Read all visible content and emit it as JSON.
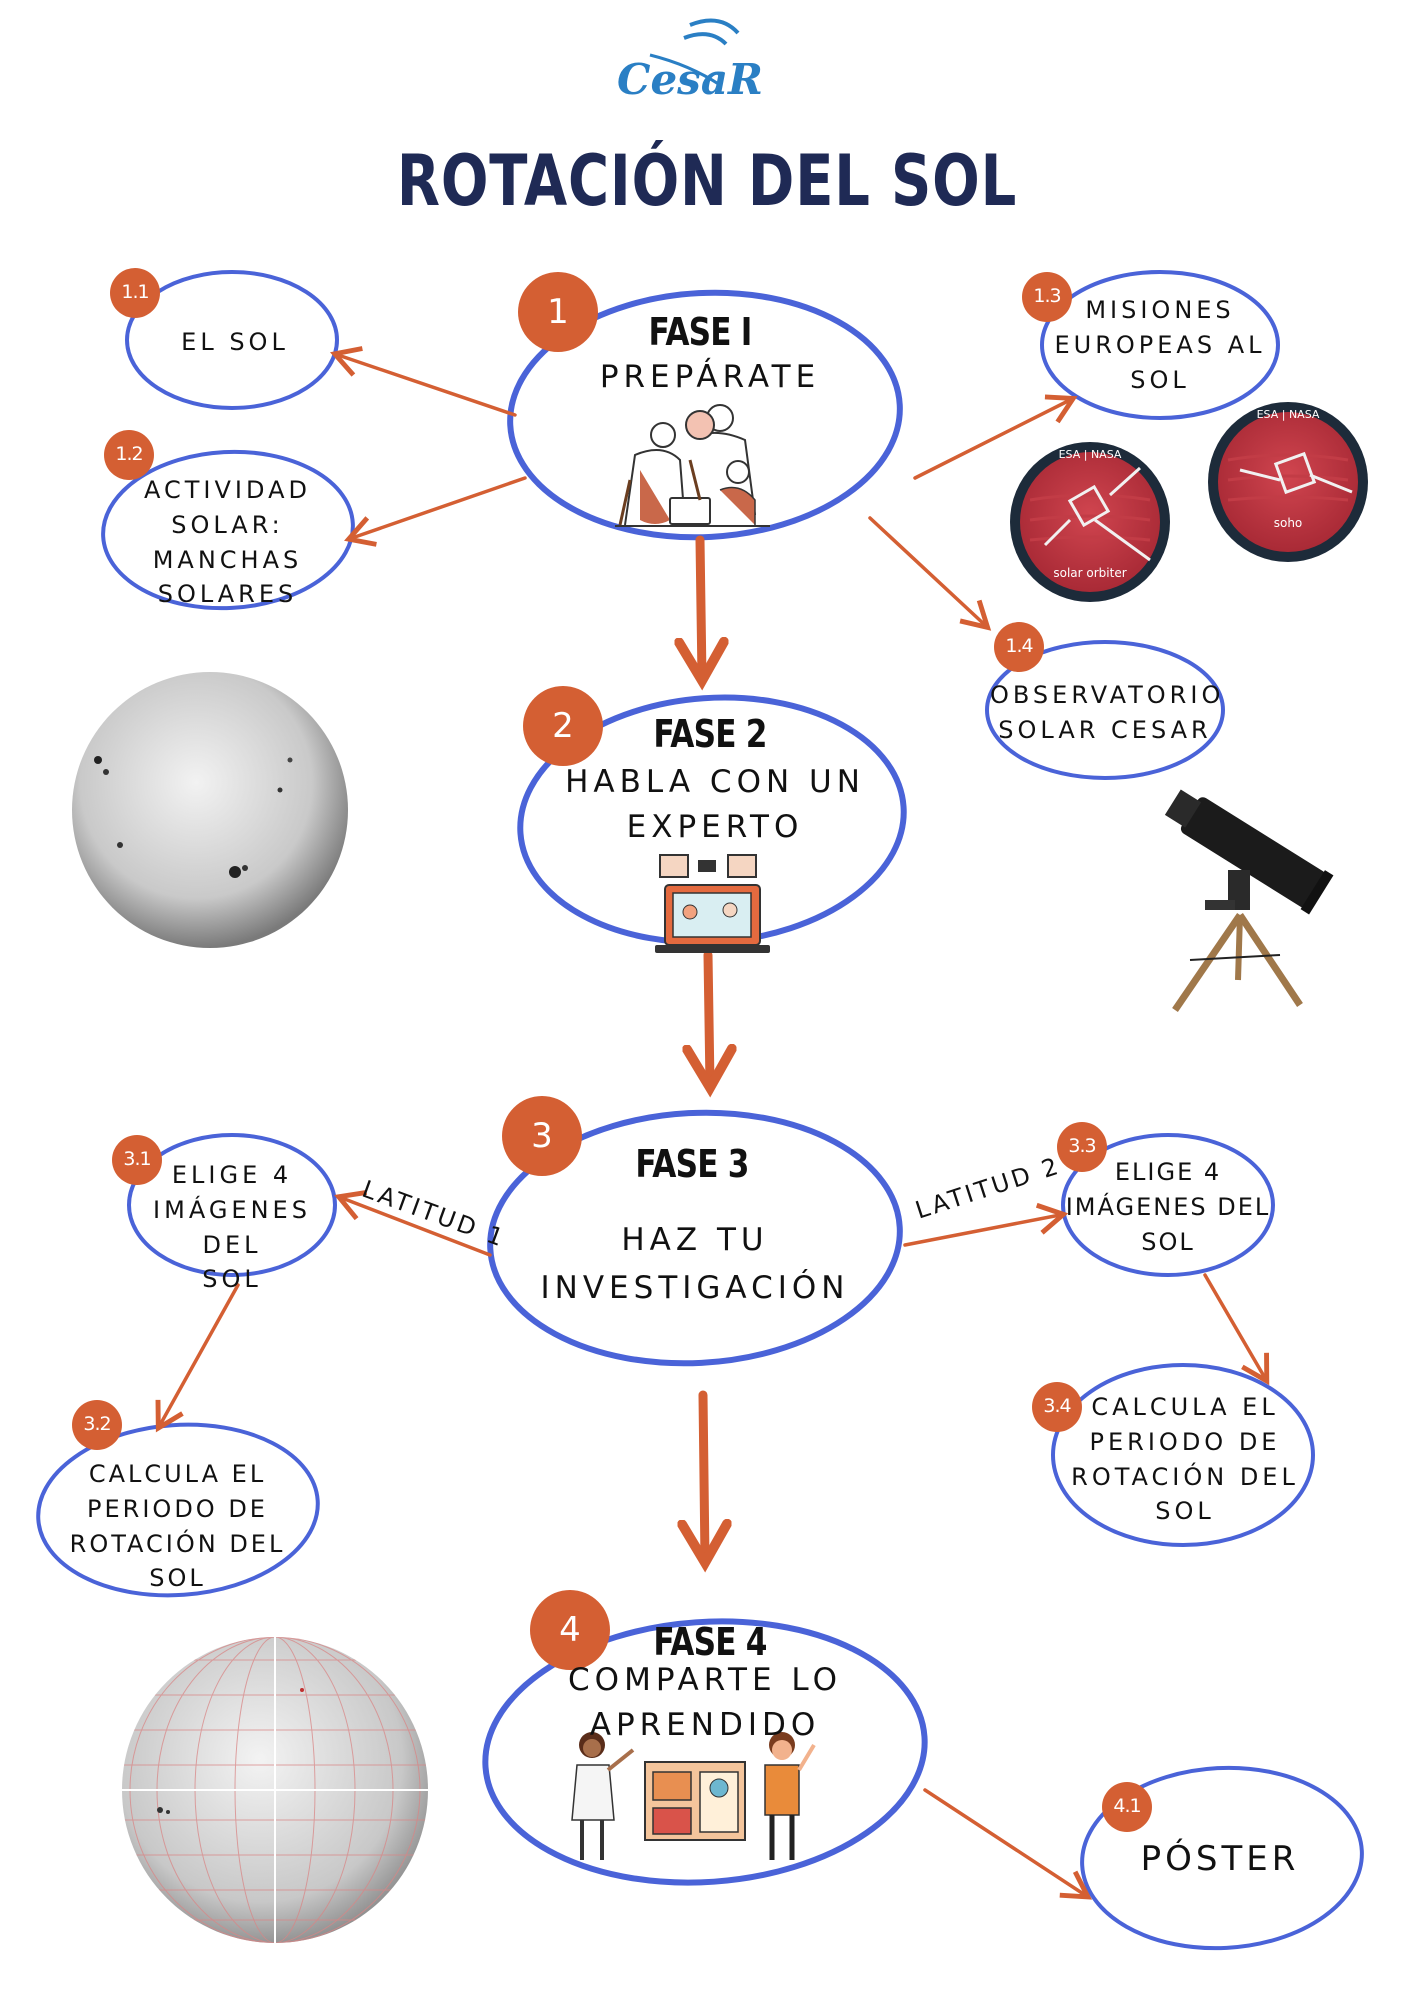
{
  "logo": {
    "text": "CesaR",
    "brand_color": "#2a7fc4"
  },
  "title": "ROTACIÓN DEL SOL",
  "colors": {
    "title": "#1f2a55",
    "outline": "#4a63d8",
    "accent": "#d45f33"
  },
  "phases": [
    {
      "number": "1",
      "title": "FASE I",
      "text": "PREPÁRATE",
      "illustration": "team-icon"
    },
    {
      "number": "2",
      "title": "FASE 2",
      "text_lines": [
        "HABLA CON UN",
        "EXPERTO"
      ],
      "illustration": "video-call-icon"
    },
    {
      "number": "3",
      "title": "FASE 3",
      "text_lines": [
        "HAZ TU",
        "INVESTIGACIÓN"
      ]
    },
    {
      "number": "4",
      "title": "FASE 4",
      "text_lines": [
        "COMPARTE LO",
        "APRENDIDO"
      ],
      "illustration": "presenters-icon"
    }
  ],
  "subtopics": [
    {
      "number": "1.1",
      "lines": [
        "EL SOL"
      ]
    },
    {
      "number": "1.2",
      "lines": [
        "ACTIVIDAD",
        "SOLAR: MANCHAS",
        "SOLARES"
      ]
    },
    {
      "number": "1.3",
      "lines": [
        "MISIONES",
        "EUROPEAS AL",
        "SOL"
      ]
    },
    {
      "number": "1.4",
      "lines": [
        "OBSERVATORIO",
        "SOLAR CESAR"
      ]
    },
    {
      "number": "3.1",
      "lines": [
        "ELIGE 4",
        "IMÁGENES DEL",
        "SOL"
      ]
    },
    {
      "number": "3.2",
      "lines": [
        "CALCULA EL",
        "PERIODO DE",
        "ROTACIÓN DEL SOL"
      ]
    },
    {
      "number": "3.3",
      "lines": [
        "ELIGE 4",
        "IMÁGENES DEL",
        "SOL"
      ]
    },
    {
      "number": "3.4",
      "lines": [
        "CALCULA EL",
        "PERIODO DE",
        "ROTACIÓN DEL",
        "SOL"
      ]
    },
    {
      "number": "4.1",
      "lines": [
        "PÓSTER"
      ]
    }
  ],
  "edge_labels": {
    "latitude_1": "LATITUD 1",
    "latitude_2": "LATITUD 2"
  },
  "missions": [
    {
      "agency": "ESA | NASA",
      "name": "solar orbiter"
    },
    {
      "agency": "ESA | NASA",
      "name": "soho"
    }
  ],
  "images": [
    "sun-photo-icon",
    "telescope-icon",
    "sun-grid-globe-icon"
  ]
}
